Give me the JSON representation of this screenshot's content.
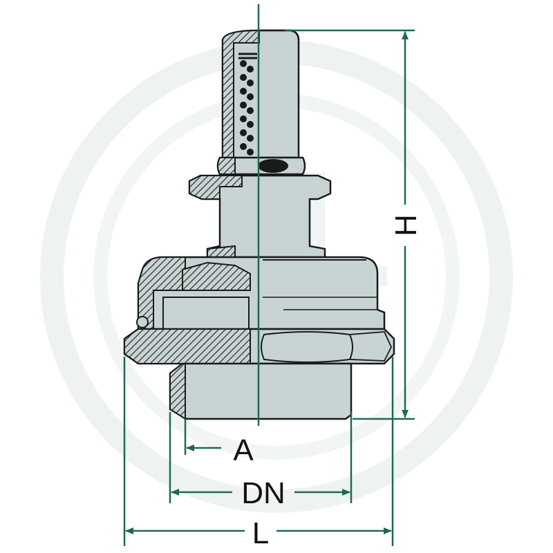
{
  "colors": {
    "part_fill": "#c8d3d3",
    "outline": "#1a1a1a",
    "dimension": "#1e6a4e",
    "watermark": "#eef2f2",
    "hatch": "#1a1a1a",
    "label": "#111111"
  },
  "labels": {
    "height": "H",
    "thread_a": "A",
    "nominal_diameter": "DN",
    "length": "L"
  },
  "watermark": {
    "icon": "brand-logo-watermark"
  }
}
